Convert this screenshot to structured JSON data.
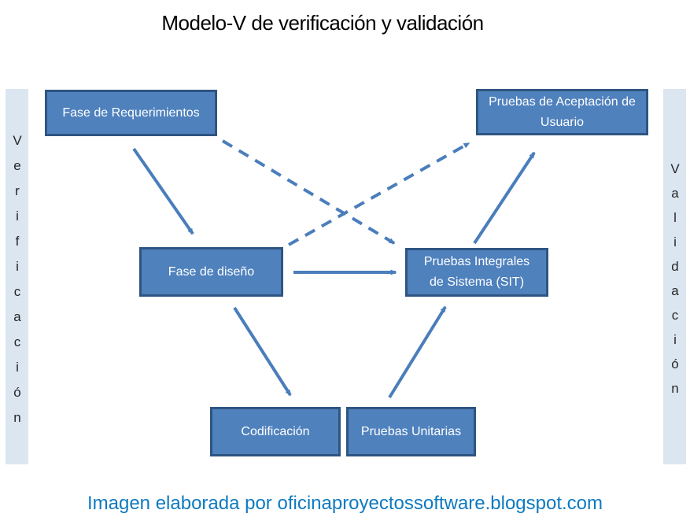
{
  "title": "Modelo-V de verificación y validación",
  "left_bar": {
    "label": "Verificación"
  },
  "right_bar": {
    "label": "Validación"
  },
  "nodes": {
    "requerimientos": {
      "label": "Fase de Requerimientos"
    },
    "aceptacion": {
      "label": "Pruebas de Aceptación de Usuario"
    },
    "diseno": {
      "label": "Fase de diseño"
    },
    "integrales": {
      "label": "Pruebas Integrales de Sistema (SIT)"
    },
    "codificacion": {
      "label": "Codificación"
    },
    "unitarias": {
      "label": "Pruebas Unitarias"
    }
  },
  "edges": [
    {
      "from": "fase-requerimientos",
      "to": "fase-diseno",
      "style": "solid"
    },
    {
      "from": "fase-diseno",
      "to": "codificacion",
      "style": "solid"
    },
    {
      "from": "fase-diseno",
      "to": "pruebas-integrales",
      "style": "solid"
    },
    {
      "from": "pruebas-unitarias",
      "to": "pruebas-integrales",
      "style": "solid"
    },
    {
      "from": "pruebas-integrales",
      "to": "pruebas-aceptacion",
      "style": "solid"
    },
    {
      "from": "fase-requerimientos",
      "to": "pruebas-integrales",
      "style": "dashed"
    },
    {
      "from": "fase-diseno",
      "to": "pruebas-aceptacion",
      "style": "dashed"
    }
  ],
  "caption": "Imagen elaborada por oficinaproyectossoftware.blogspot.com",
  "colors": {
    "box_fill": "#4f81bd",
    "box_border": "#2e5581",
    "bar_fill": "#dce6f1",
    "arrow": "#4a7ebb",
    "caption_text": "#0e7ac0",
    "title_text": "#000000"
  }
}
